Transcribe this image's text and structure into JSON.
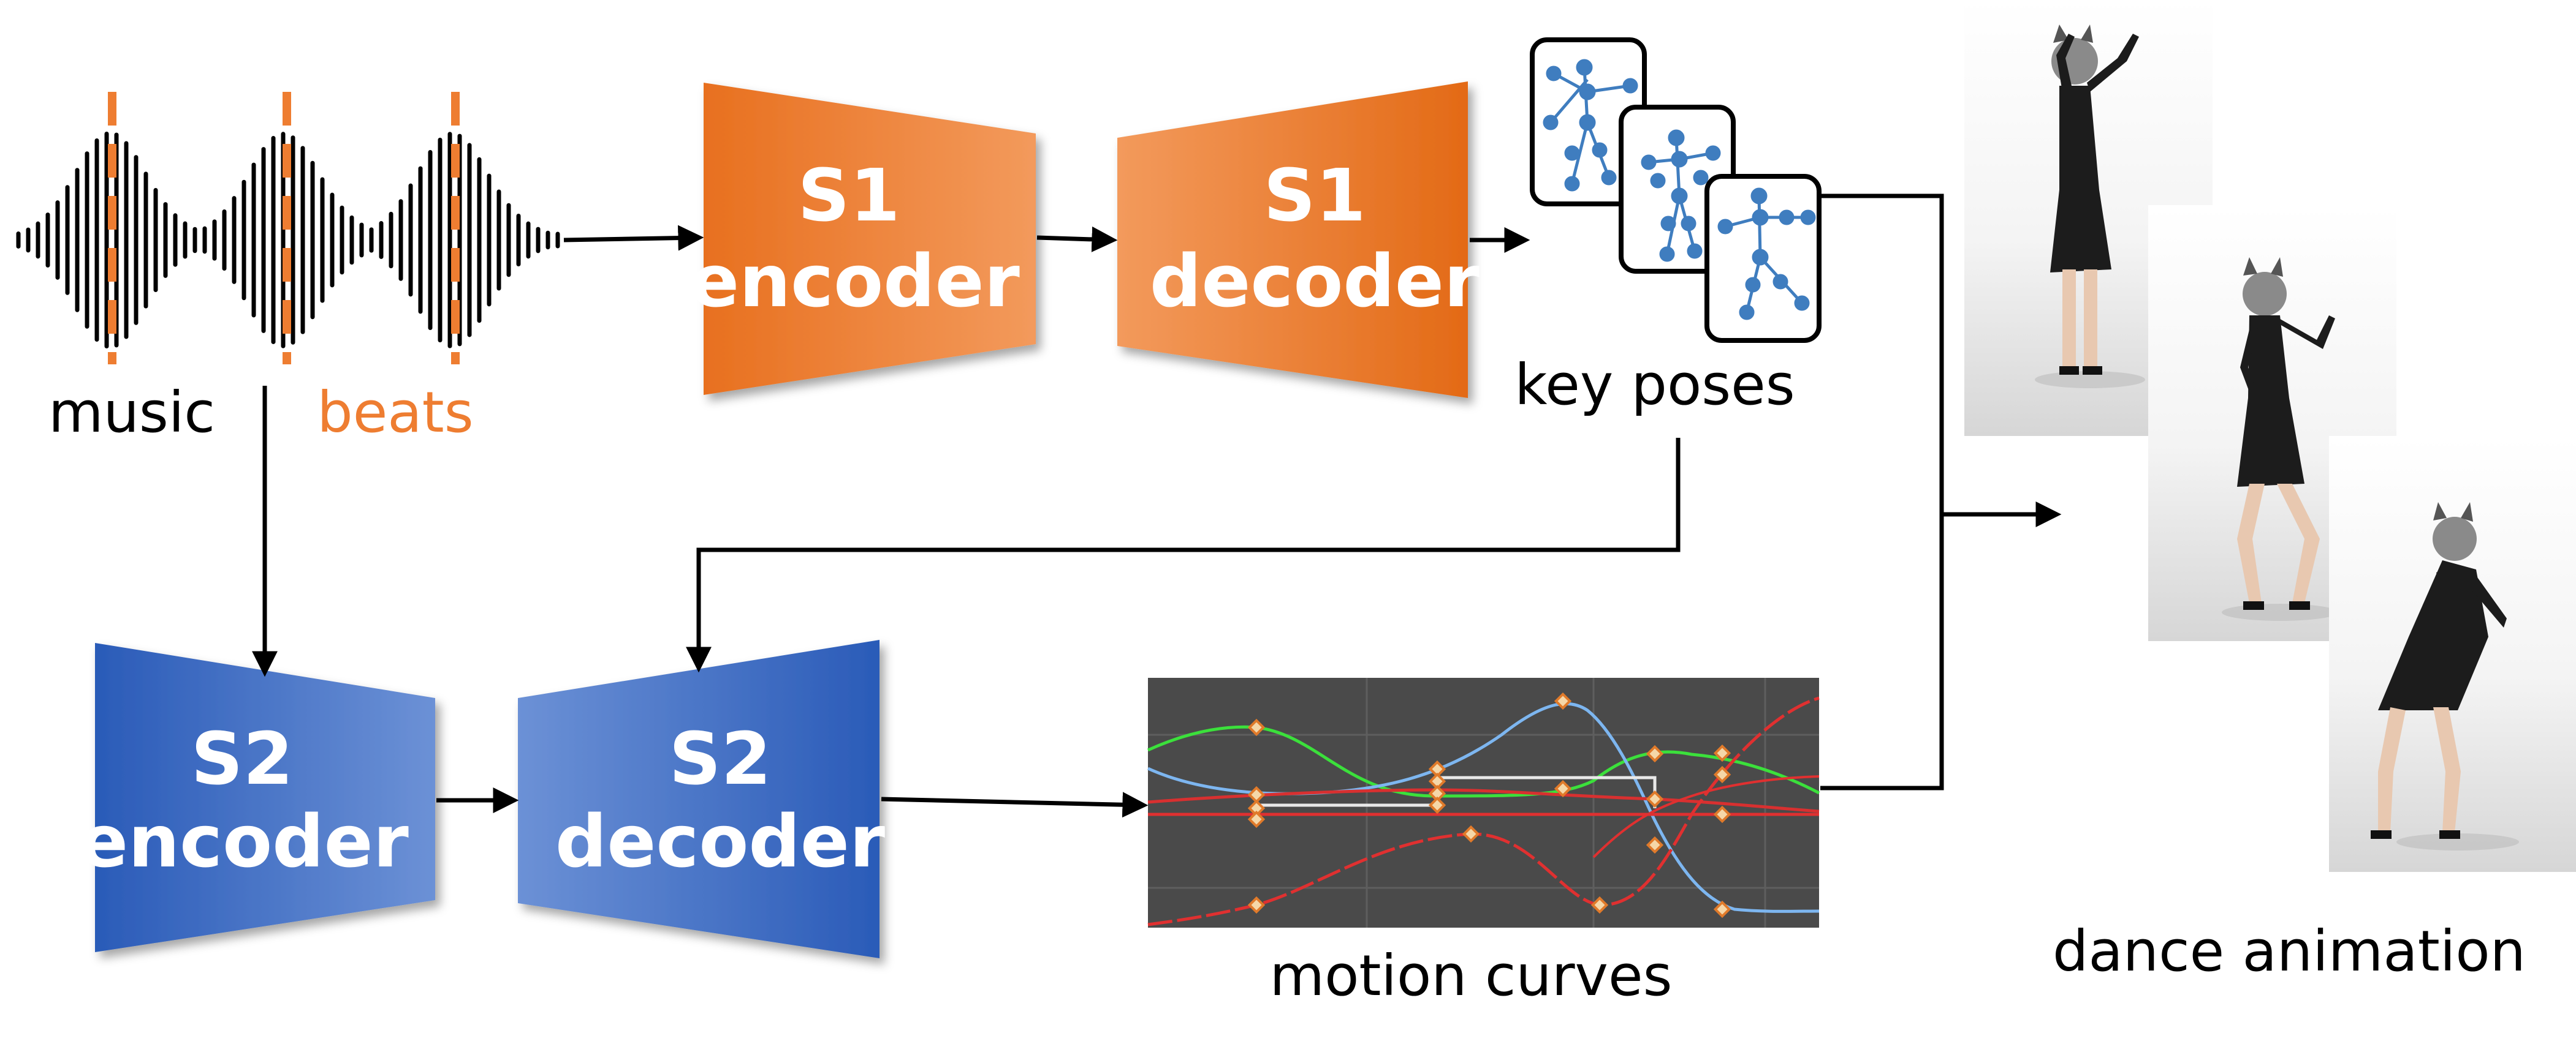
{
  "labels": {
    "music": "music",
    "beats": "beats",
    "key_poses": "key poses",
    "motion_curves": "motion curves",
    "dance_animation": "dance animation"
  },
  "blocks": {
    "s1_encoder": {
      "line1": "S1",
      "line2": "encoder"
    },
    "s1_decoder": {
      "line1": "S1",
      "line2": "decoder"
    },
    "s2_encoder": {
      "line1": "S2",
      "line2": "encoder"
    },
    "s2_decoder": {
      "line1": "S2",
      "line2": "decoder"
    }
  },
  "colors": {
    "stage1": "#F07F2E",
    "stage1_dark": "#E06A18",
    "stage2": "#2F61BE",
    "stage2_light": "#5C86D2",
    "beat": "#EE7D31",
    "arrow": "#000000",
    "skeleton": "#3F7DBF",
    "curve_bg": "#4A4A4A"
  },
  "icons": {
    "waveform": "audio-waveform-icon",
    "skeleton": "skeleton-pose-icon",
    "character": "dancing-character-icon"
  }
}
